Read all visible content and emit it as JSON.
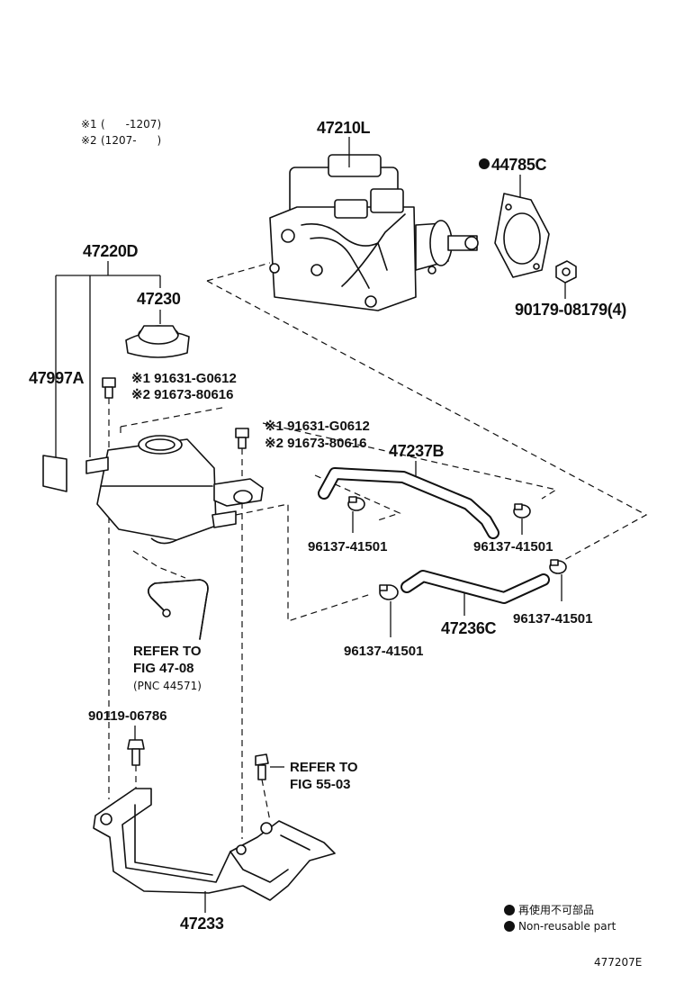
{
  "notes": {
    "n1_mark": "※1",
    "n1_text": "(      -1207)",
    "n2_mark": "※2",
    "n2_text": "(1207-      )"
  },
  "parts": {
    "master_cylinder": "47210L",
    "gasket": "44785C",
    "nut": "90179-08179(4)",
    "reservoir": "47220D",
    "cap": "47230",
    "label_plate": "47997A",
    "bolt_a_1": "※1 91631-G0612",
    "bolt_a_2": "※2 91673-80616",
    "bolt_b_1": "※1 91631-G0612",
    "bolt_b_2": "※2 91673-80616",
    "hose_b": "47237B",
    "clamp_1": "96137-41501",
    "clamp_2": "96137-41501",
    "clamp_3": "96137-41501",
    "clamp_4": "96137-41501",
    "hose_c": "47236C",
    "bolt_c": "90119-06786",
    "bracket": "47233"
  },
  "refs": {
    "ref1_line1": "REFER TO",
    "ref1_line2": "FIG 47-08",
    "ref1_line3": "(PNC 44571)",
    "ref2_line1": "REFER TO",
    "ref2_line2": "FIG 55-03"
  },
  "legend": {
    "item_jp": "再使用不可部品",
    "item_en": "Non-reusable part"
  },
  "figure_id": "477207E"
}
